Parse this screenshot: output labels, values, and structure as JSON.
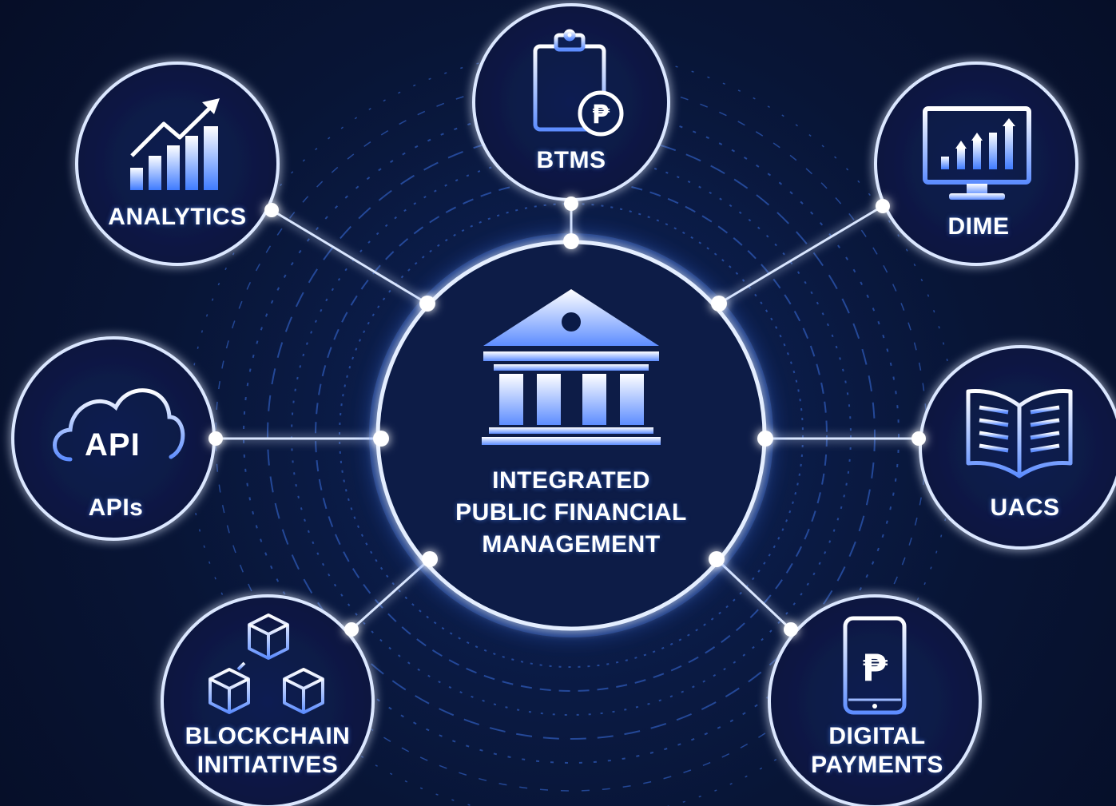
{
  "center": {
    "title_line1": "INTEGRATED",
    "title_line2": "PUBLIC FINANCIAL",
    "title_line3": "MANAGEMENT",
    "icon": "government-building-icon"
  },
  "nodes": {
    "btms": {
      "label": "BTMS",
      "icon": "clipboard-peso-icon"
    },
    "analytics": {
      "label": "ANALYTICS",
      "icon": "growth-chart-icon"
    },
    "dime": {
      "label": "DIME",
      "icon": "monitor-chart-icon"
    },
    "apis": {
      "label": "APIs",
      "icon": "api-cloud-icon",
      "icon_text": "API"
    },
    "uacs": {
      "label": "UACS",
      "icon": "open-book-icon"
    },
    "blockchain": {
      "label_line1": "BLOCKCHAIN",
      "label_line2": "INITIATIVES",
      "icon": "blockchain-cubes-icon"
    },
    "digital_payments": {
      "label_line1": "DIGITAL",
      "label_line2": "PAYMENTS",
      "icon": "mobile-peso-icon"
    }
  },
  "colors": {
    "background": "#07112f",
    "glow": "#3f7bff",
    "ring": "#cfe0ff",
    "text": "#ffffff"
  }
}
